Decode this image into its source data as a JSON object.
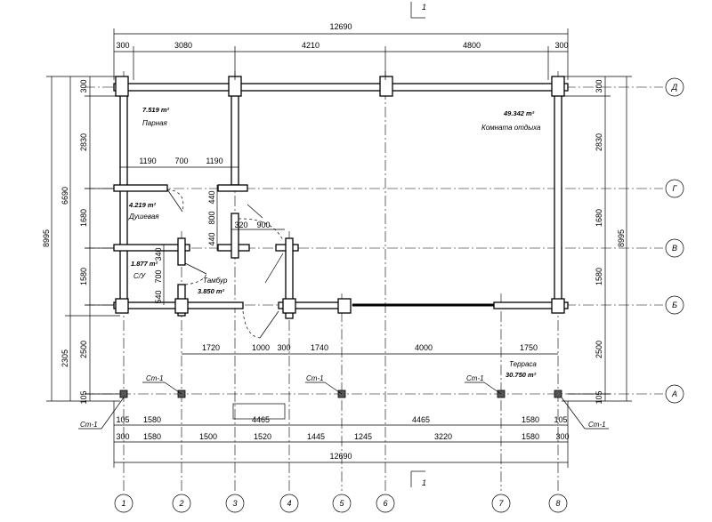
{
  "section_mark": "1",
  "overall": {
    "top": "12690",
    "bottom": "12690",
    "left": "8995",
    "right": "8995"
  },
  "top_dims": [
    "300",
    "3080",
    "4210",
    "4800",
    "300"
  ],
  "left_outer": [
    "6690",
    "2305"
  ],
  "left_inner": [
    "300",
    "2830",
    "1680",
    "1580",
    "2500",
    "105"
  ],
  "right_inner": [
    "300",
    "2830",
    "1680",
    "1580",
    "2500",
    "105"
  ],
  "interior": {
    "row1": [
      "1190",
      "700",
      "1190"
    ],
    "row2": [
      "320",
      "900"
    ],
    "vert": [
      "440",
      "800",
      "440",
      "340",
      "700",
      "540"
    ],
    "row3": [
      "1720",
      "1000",
      "300",
      "1740",
      "4000",
      "1750"
    ]
  },
  "bottom_rows": {
    "row1": [
      "105",
      "1580",
      "4465",
      "4465",
      "1580",
      "105"
    ],
    "row2": [
      "300",
      "1580",
      "1500",
      "1520",
      "1445",
      "1245",
      "3220",
      "1580",
      "300"
    ]
  },
  "rooms": [
    {
      "area": "7.519 m²",
      "name": "Парная"
    },
    {
      "area": "49.342 m²",
      "name": "Комната отдыха"
    },
    {
      "area": "4.219 m²",
      "name": "Душевая"
    },
    {
      "area": "1.877 m²",
      "name": "С/У"
    },
    {
      "area": "3.850 m²",
      "name": "Тамбур"
    },
    {
      "area": "30.750 m²",
      "name": "Терраса"
    }
  ],
  "column_tag": "Ст-1",
  "axes_letters": [
    "Д",
    "Г",
    "В",
    "Б",
    "А"
  ],
  "axes_numbers": [
    "1",
    "2",
    "3",
    "4",
    "5",
    "6",
    "7",
    "8"
  ]
}
